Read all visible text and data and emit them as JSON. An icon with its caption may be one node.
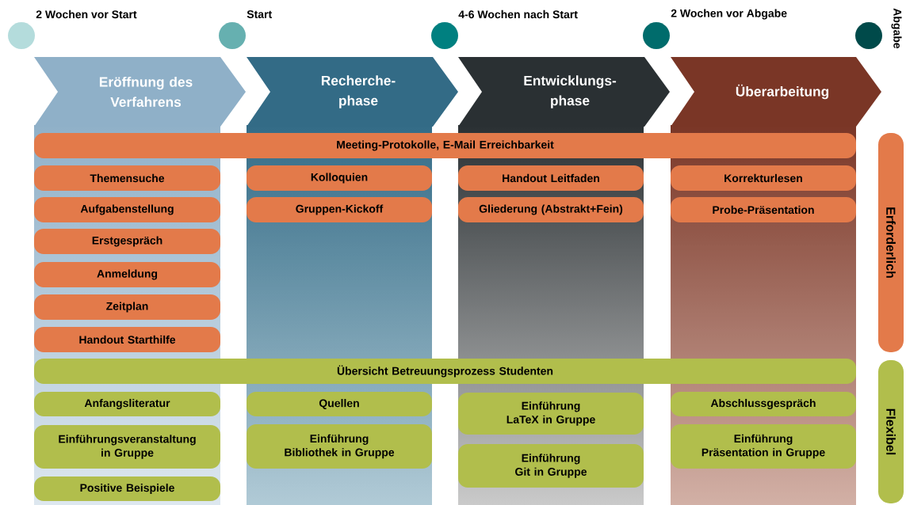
{
  "diagram": {
    "nodes": [
      {
        "text": [
          "2 Wochen vor Start"
        ]
      },
      {
        "text": [
          "Start"
        ]
      },
      {
        "text": [
          "4-6 Wochen nach Start"
        ]
      },
      {
        "text": [
          "2 Wochen vor Abgabe"
        ]
      },
      {
        "text": [
          "Abgabe"
        ]
      },
      {
        "text": [
          "Eröffnung des Verfahrens"
        ]
      },
      {
        "text": [
          "Recherche-phase"
        ]
      },
      {
        "text": [
          "Entwicklungs-phase"
        ]
      },
      {
        "text": [
          "Überarbeitung"
        ]
      },
      {
        "text": [
          "Meeting-Protokolle, E-Mail Erreichbarkeit"
        ]
      },
      {
        "text": [
          "Themensuche"
        ]
      },
      {
        "text": [
          "Kolloquien"
        ]
      },
      {
        "text": [
          "Handout Leitfaden"
        ]
      },
      {
        "text": [
          "Korrekturlesen"
        ]
      },
      {
        "text": [
          "Aufgabenstellung"
        ]
      },
      {
        "text": [
          "Gruppen-Kickoff"
        ]
      },
      {
        "text": [
          "Gliederung (Abstrakt+Fein)"
        ]
      },
      {
        "text": [
          "Probe-Präsentation"
        ]
      },
      {
        "text": [
          "Erstgespräch"
        ]
      },
      {
        "text": [
          "Anmeldung"
        ]
      },
      {
        "text": [
          "Zeitplan"
        ]
      },
      {
        "text": [
          "Handout Starthilfe"
        ]
      },
      {
        "text": [
          "Übersicht Betreuungsprozess Studenten"
        ]
      },
      {
        "text": [
          "Anfangsliteratur"
        ]
      },
      {
        "text": [
          "Quellen"
        ]
      },
      {
        "text": [
          "Einführung LaTeX in Gruppe"
        ]
      },
      {
        "text": [
          "Abschlussgespräch"
        ]
      },
      {
        "text": [
          "Einführungsveranstaltung in Gruppe"
        ]
      },
      {
        "text": [
          "Einführung Bibliothek in Gruppe"
        ]
      },
      {
        "text": [
          "Einführung Git in Gruppe"
        ]
      },
      {
        "text": [
          "Einführung Präsentation in Gruppe"
        ]
      },
      {
        "text": [
          "Positive Beispiele"
        ]
      },
      {
        "text": [
          "Erforderlich"
        ]
      },
      {
        "text": [
          "Flexibel"
        ]
      }
    ]
  }
}
